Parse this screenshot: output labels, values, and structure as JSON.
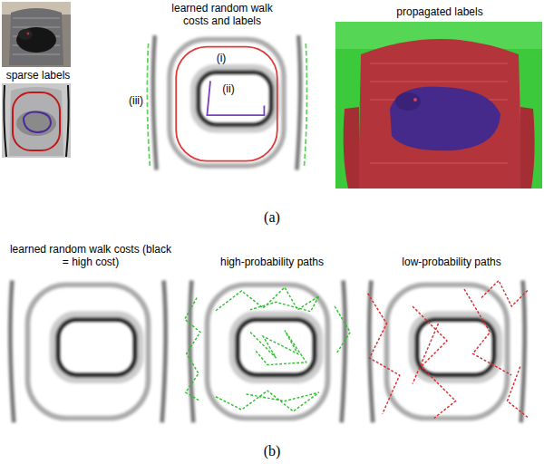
{
  "diagram": {
    "labels": [
      "sparse labels",
      "learned random walk costs and labels",
      "(i)",
      "(ii)",
      "(iii)",
      "propagated labels",
      "(a)",
      "learned random walk costs (black = high cost)",
      "high-probability paths",
      "low-probability paths",
      "(b)"
    ]
  }
}
